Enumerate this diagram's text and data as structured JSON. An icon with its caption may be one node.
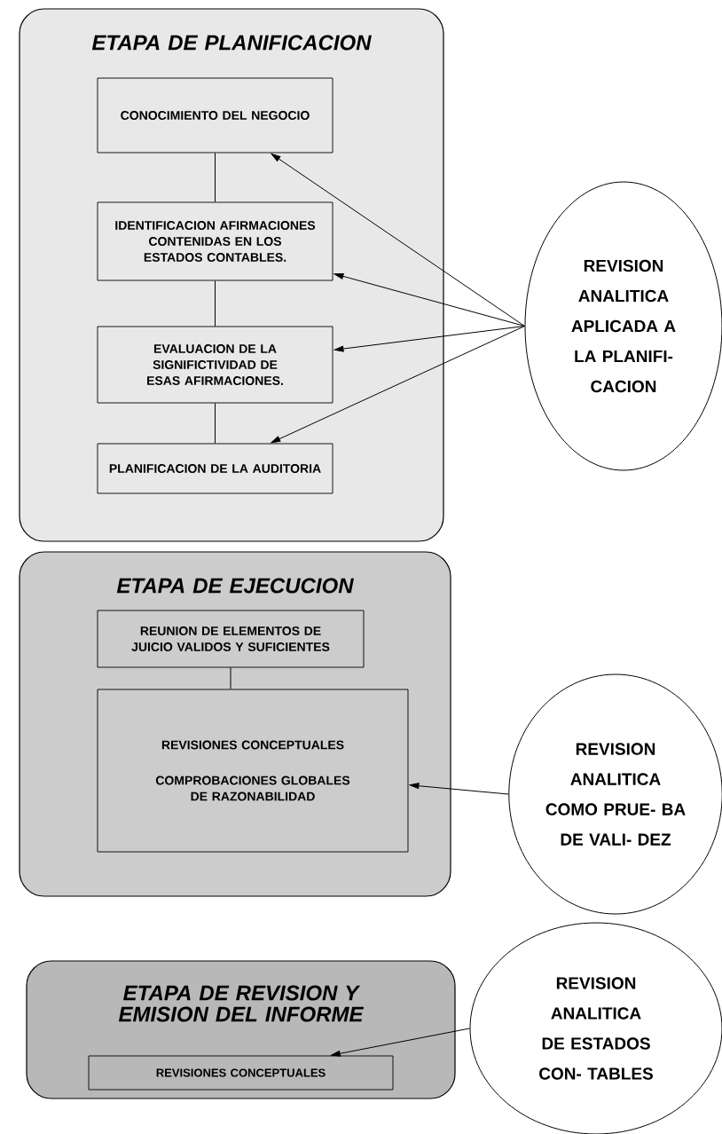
{
  "diagram": {
    "nodes": [
      {
        "text": [
          "ETAPA DE PLANIFICACION"
        ]
      },
      {
        "text": [
          "CONOCIMIENTO DEL NEGOCIO"
        ],
        "in": 0
      },
      {
        "text": [
          "IDENTIFICACION AFIRMACIONES CONTENIDAS EN LOS ESTADOS CONTABLES."
        ],
        "in": 0
      },
      {
        "text": [
          "EVALUACION DE LA SIGNIFICTIVIDAD DE ESAS AFIRMACIONES."
        ],
        "in": 0
      },
      {
        "text": [
          "PLANIFICACION DE LA AUDITORIA"
        ],
        "in": 0
      },
      {
        "text": [
          "REVISION ANALITICA APLICADA A LA PLANIFI- CACION"
        ]
      },
      {
        "text": [
          "ETAPA DE EJECUCION"
        ]
      },
      {
        "text": [
          "REUNION DE ELEMENTOS DE JUICIO VALIDOS Y SUFICIENTES"
        ],
        "in": 6
      },
      {
        "text": [
          "REVISIONES CONCEPTUALES",
          "COMPROBACIONES GLOBALES DE RAZONABILIDAD"
        ],
        "in": 6
      },
      {
        "text": [
          "REVISION ANALITICA COMO PRUE- BA DE VALI- DEZ"
        ]
      },
      {
        "text": [
          "ETAPA DE REVISION Y EMISION DEL INFORME"
        ]
      },
      {
        "text": [
          "REVISIONES CONCEPTUALES"
        ],
        "in": 10
      },
      {
        "text": [
          "REVISION ANALITICA DE ESTADOS CON- TABLES"
        ]
      }
    ],
    "edges": [
      {
        "from": 1,
        "to": 2,
        "arrow": "none"
      },
      {
        "from": 2,
        "to": 3,
        "arrow": "none"
      },
      {
        "from": 3,
        "to": 4,
        "arrow": "none"
      },
      {
        "from": 5,
        "to": 1,
        "arrow": "to"
      },
      {
        "from": 5,
        "to": 2,
        "arrow": "to"
      },
      {
        "from": 5,
        "to": 3,
        "arrow": "to"
      },
      {
        "from": 5,
        "to": 4,
        "arrow": "to"
      },
      {
        "from": 7,
        "to": 8,
        "arrow": "none"
      },
      {
        "from": 9,
        "to": 8,
        "arrow": "to"
      },
      {
        "from": 12,
        "to": 11,
        "arrow": "to"
      }
    ]
  }
}
